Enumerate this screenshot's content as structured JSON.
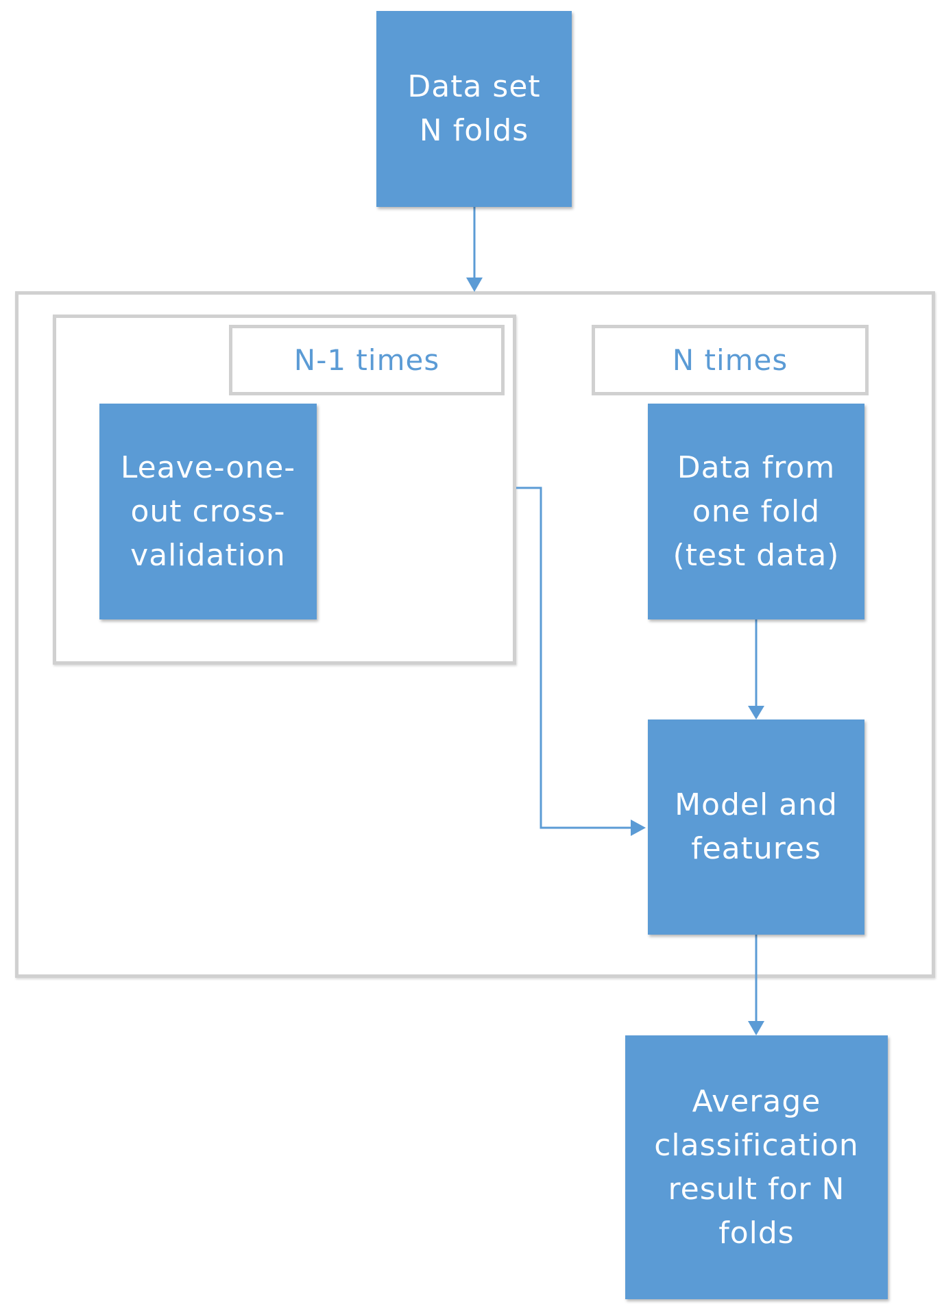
{
  "nodes": {
    "dataset": "Data set\nN folds",
    "loocv": "Leave-one-\nout cross-\nvalidation",
    "test_data": "Data from\none fold\n(test data)",
    "model": "Model and\nfeatures",
    "average": "Average\nclassification\nresult for N\nfolds"
  },
  "labels": {
    "inner_loop": "N-1 times",
    "outer_loop": "N times"
  },
  "colors": {
    "box_fill": "#5b9bd5",
    "box_text": "#ffffff",
    "frame_border": "#d0d0d0",
    "label_text": "#5b9bd5",
    "connector": "#5b9bd5"
  }
}
